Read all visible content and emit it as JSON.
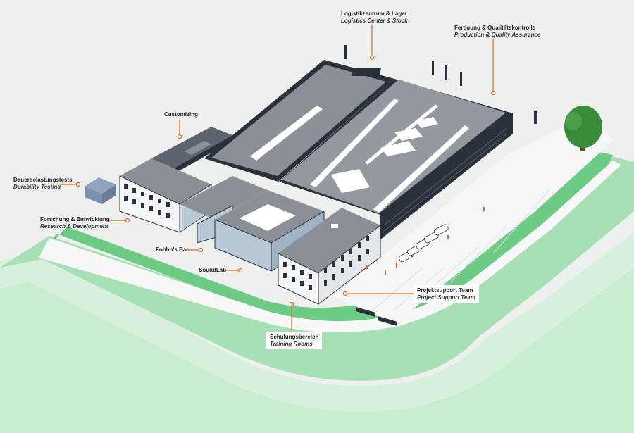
{
  "labels": {
    "logistics": {
      "de": "Logistikzentrum & Lager",
      "en": "Logistics Center & Stock"
    },
    "production": {
      "de": "Fertigung & Qualitätskontrolle",
      "en": "Production & Quality Assurance"
    },
    "customizing": {
      "de": "Customizing"
    },
    "durability": {
      "de": "Dauerbelastungstests",
      "en": "Durability Testing"
    },
    "research": {
      "de": "Forschung & Entwicklung",
      "en": "Research & Development"
    },
    "fohhns_bar": {
      "de": "Fohhn's Bar"
    },
    "soundlab": {
      "de": "SoundLab"
    },
    "project": {
      "de": "Projektsupport Team",
      "en": "Project Support Team"
    },
    "training": {
      "de": "Schulungsbereich",
      "en": "Training Rooms"
    }
  },
  "colors": {
    "accent": "#e8641e",
    "roof_dark": "#2b313b",
    "roof_gray": "#8f949b",
    "wall_light": "#f4f5f7",
    "glass": "#b8c8d6",
    "green_band": "#6ecf8a",
    "green_light": "#bfe8c8",
    "background": "#eef0ef",
    "tree": "#3a8a3c"
  }
}
